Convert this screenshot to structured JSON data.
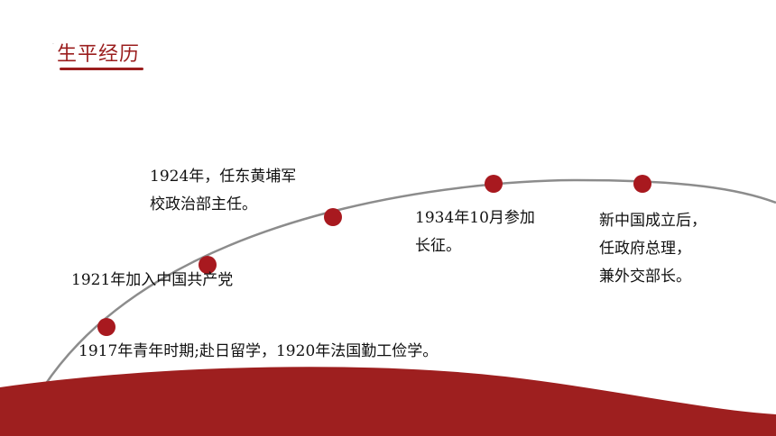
{
  "header": {
    "mark": "·",
    "title": "生平经历"
  },
  "timeline": {
    "events": [
      {
        "lines": [
          "1917年青年时期;赴日留学，1920年法国勤工俭学。"
        ]
      },
      {
        "lines": [
          "1921年加入中国共产党"
        ]
      },
      {
        "lines": [
          "1924年，任东黄埔军",
          "校政治部主任。"
        ]
      },
      {
        "lines": [
          "1934年10月参加",
          "长征。"
        ]
      },
      {
        "lines": [
          "新中国成立后，",
          "任政府总理，",
          "兼外交部长。"
        ]
      }
    ]
  },
  "colors": {
    "accent": "#9b1e1e",
    "dot": "#a8191f",
    "curve": "#8c8c8c",
    "wave": "#9e1f1f"
  }
}
